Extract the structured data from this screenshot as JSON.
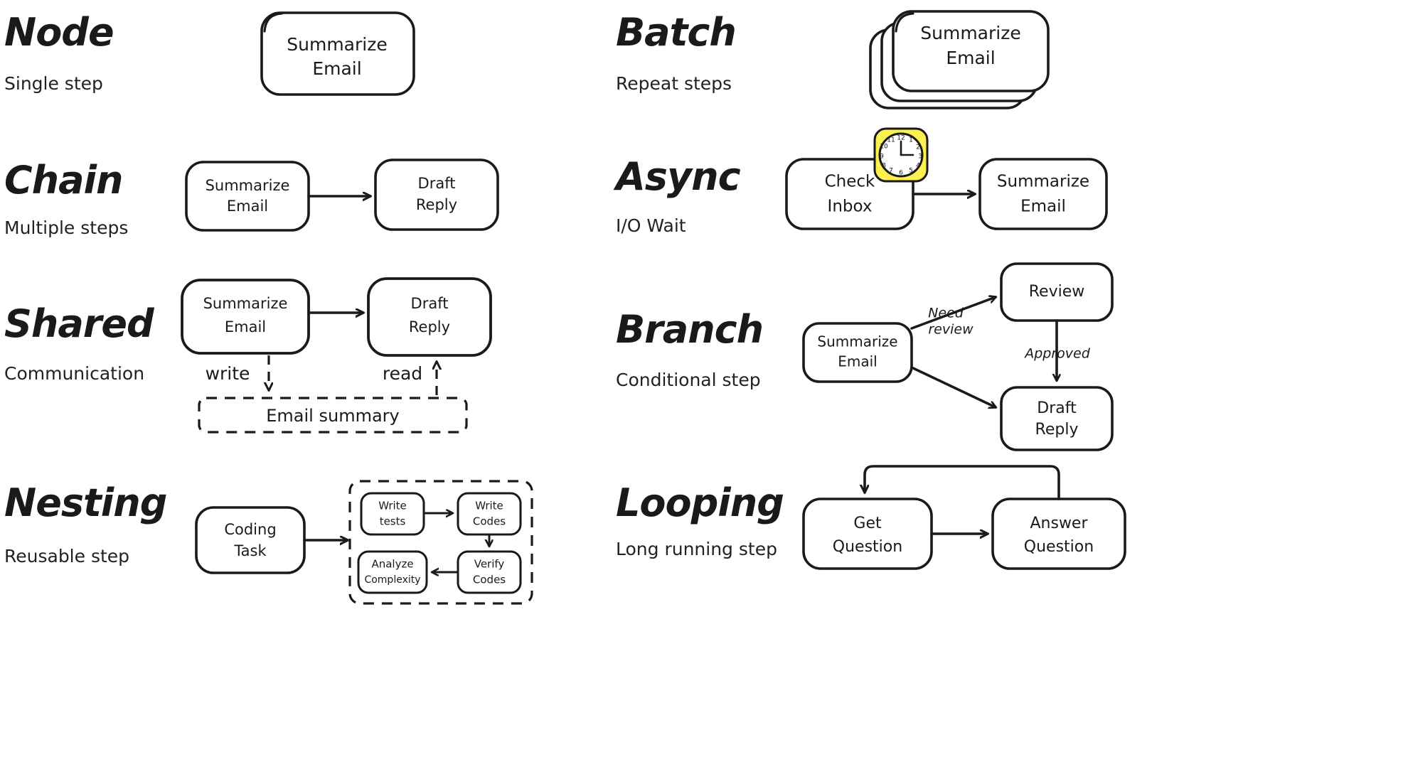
{
  "sections": [
    {
      "id": "node",
      "title": "Node",
      "subtitle": "Single step",
      "nodes": [
        {
          "id": "n1",
          "label_line1": "Summarize",
          "label_line2": "Email"
        }
      ],
      "edges": []
    },
    {
      "id": "batch",
      "title": "Batch",
      "subtitle": "Repeat steps",
      "nodes": [
        {
          "id": "b1",
          "label_line1": "Summarize",
          "label_line2": "Email",
          "stacked": "3"
        }
      ],
      "edges": []
    },
    {
      "id": "chain",
      "title": "Chain",
      "subtitle": "Multiple steps",
      "nodes": [
        {
          "id": "c1",
          "label_line1": "Summarize",
          "label_line2": "Email"
        },
        {
          "id": "c2",
          "label_line1": "Draft",
          "label_line2": "Reply"
        }
      ],
      "edges": [
        {
          "from": "c1",
          "to": "c2",
          "label": ""
        }
      ]
    },
    {
      "id": "async",
      "title": "Async",
      "subtitle": "I/O Wait",
      "nodes": [
        {
          "id": "a1",
          "label_line1": "Check",
          "label_line2": "Inbox"
        },
        {
          "id": "a2",
          "label_line1": "Summarize",
          "label_line2": "Email"
        }
      ],
      "edges": [
        {
          "from": "a1",
          "to": "a2",
          "label": ""
        }
      ],
      "badge": {
        "type": "clock-icon",
        "color": "#fbf14f",
        "numbers": [
          "12",
          "1",
          "2",
          "3",
          "4",
          "5",
          "6",
          "7",
          "8",
          "9",
          "10",
          "11"
        ]
      }
    },
    {
      "id": "shared",
      "title": "Shared",
      "subtitle": "Communication",
      "nodes": [
        {
          "id": "s1",
          "label_line1": "Summarize",
          "label_line2": "Email"
        },
        {
          "id": "s2",
          "label_line1": "Draft",
          "label_line2": "Reply"
        }
      ],
      "store": {
        "id": "store",
        "label": "Email summary",
        "style": "dashed"
      },
      "edges": [
        {
          "from": "s1",
          "to": "s2",
          "label": ""
        },
        {
          "from": "s1",
          "to": "store",
          "label": "write",
          "style": "dashed"
        },
        {
          "from": "store",
          "to": "s2",
          "label": "read",
          "style": "dashed"
        }
      ]
    },
    {
      "id": "branch",
      "title": "Branch",
      "subtitle": "Conditional step",
      "nodes": [
        {
          "id": "br1",
          "label_line1": "Summarize",
          "label_line2": "Email"
        },
        {
          "id": "br2",
          "label_line1": "Review",
          "label_line2": ""
        },
        {
          "id": "br3",
          "label_line1": "Draft",
          "label_line2": "Reply"
        }
      ],
      "edges": [
        {
          "from": "br1",
          "to": "br2",
          "label_line1": "Need",
          "label_line2": "review"
        },
        {
          "from": "br2",
          "to": "br3",
          "label_line1": "Approved",
          "label_line2": ""
        },
        {
          "from": "br1",
          "to": "br3",
          "label_line1": "",
          "label_line2": ""
        }
      ]
    },
    {
      "id": "nesting",
      "title": "Nesting",
      "subtitle": "Reusable step",
      "nodes": [
        {
          "id": "ne1",
          "label_line1": "Coding",
          "label_line2": "Task"
        }
      ],
      "subflow": {
        "style": "dashed",
        "nodes": [
          {
            "id": "sf1",
            "label_line1": "Write",
            "label_line2": "tests"
          },
          {
            "id": "sf2",
            "label_line1": "Write",
            "label_line2": "Codes"
          },
          {
            "id": "sf3",
            "label_line1": "Verify",
            "label_line2": "Codes"
          },
          {
            "id": "sf4",
            "label_line1": "Analyze",
            "label_line2": "Complexity"
          }
        ],
        "edges": [
          {
            "from": "sf1",
            "to": "sf2"
          },
          {
            "from": "sf2",
            "to": "sf3"
          },
          {
            "from": "sf3",
            "to": "sf4"
          }
        ]
      },
      "edges": [
        {
          "from": "ne1",
          "to": "sf1",
          "label": ""
        }
      ]
    },
    {
      "id": "looping",
      "title": "Looping",
      "subtitle": "Long running step",
      "nodes": [
        {
          "id": "lo1",
          "label_line1": "Get",
          "label_line2": "Question"
        },
        {
          "id": "lo2",
          "label_line1": "Answer",
          "label_line2": "Question"
        }
      ],
      "edges": [
        {
          "from": "lo1",
          "to": "lo2",
          "label": ""
        },
        {
          "from": "lo2",
          "to": "lo1",
          "label": "",
          "style": "loop-back"
        }
      ]
    }
  ]
}
